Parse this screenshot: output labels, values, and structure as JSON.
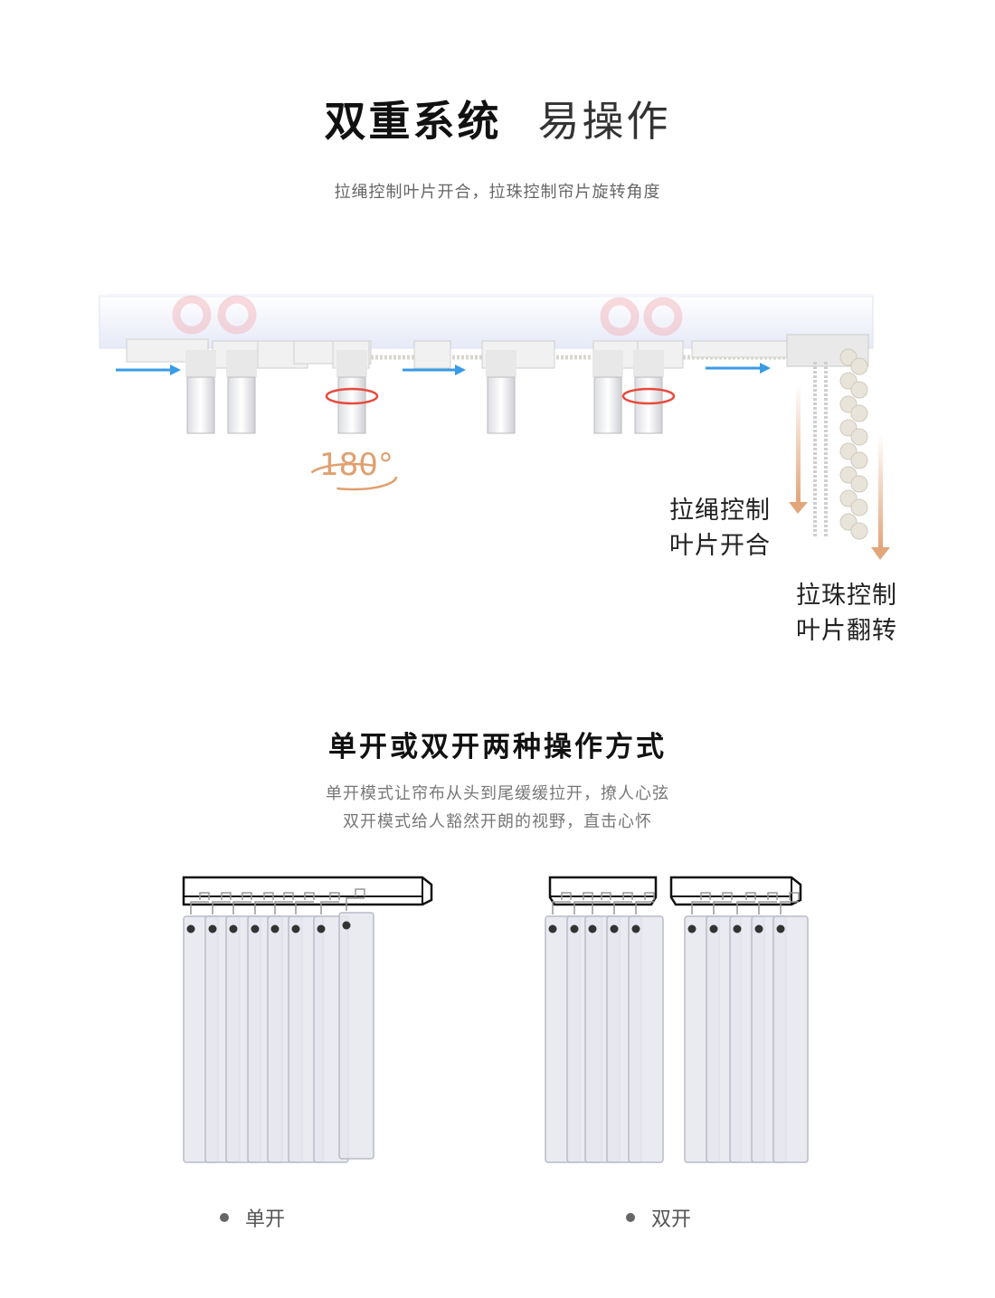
{
  "section1": {
    "title_bold": "双重系统",
    "title_light": "易操作",
    "subtitle": "拉绳控制叶片开合，拉珠控制帘片旋转角度",
    "rotation_label": "180°",
    "callout_cord": [
      "拉绳控制",
      "叶片开合"
    ],
    "callout_beads": [
      "拉珠控制",
      "叶片翻转"
    ],
    "colors": {
      "blue_arrow": "#3a9be6",
      "red_rotation": "#e84a3c",
      "orange_arrow": "#e3a57a",
      "track": "#eef0fb"
    }
  },
  "section2": {
    "title": "单开或双开两种操作方式",
    "desc_lines": [
      "单开模式让帘布从头到尾缓缓拉开，撩人心弦",
      "双开模式给人豁然开朗的视野，直击心怀"
    ],
    "options": [
      {
        "label": "单开",
        "icon": "single-open-diagram",
        "slats": 8
      },
      {
        "label": "双开",
        "icon": "double-open-diagram",
        "slats": 10
      }
    ]
  }
}
